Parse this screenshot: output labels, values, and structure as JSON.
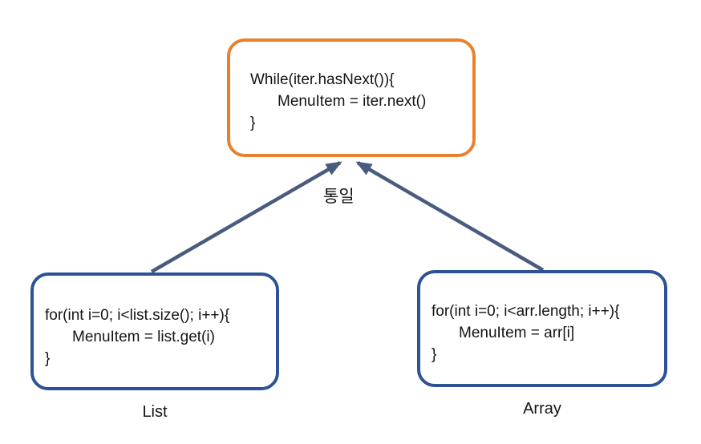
{
  "diagram": {
    "top_box": {
      "name": "unified-iterator-loop",
      "lines": {
        "0": "While(iter.hasNext()){",
        "1": "MenuItem = iter.next()",
        "2": "}"
      },
      "border_color": "#E8812D"
    },
    "left_box": {
      "name": "list-loop",
      "lines": {
        "0": "for(int i=0; i<list.size(); i++){",
        "1": "MenuItem = list.get(i)",
        "2": "}"
      },
      "label": "List",
      "border_color": "#2E5395"
    },
    "right_box": {
      "name": "array-loop",
      "lines": {
        "0": "for(int i=0; i<arr.length; i++){",
        "1": "MenuItem = arr[i]",
        "2": "}"
      },
      "label": "Array",
      "border_color": "#2E5395"
    },
    "arrow_label": "통일",
    "arrow_color": "#4A5C7E"
  }
}
